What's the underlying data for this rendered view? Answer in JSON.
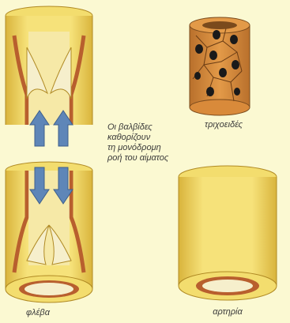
{
  "labels": {
    "vein": "φλέβα",
    "capillary": "τριχοειδές",
    "artery": "αρτηρία",
    "valve_note": [
      "Οι βαλβίδες",
      "καθορίζουν",
      "τη μονόδρομη",
      "ροή του αίματος"
    ]
  },
  "colors": {
    "background": "#fbf9d2",
    "vessel_wall": "#f3dd6e",
    "wall_shade": "#e2c24a",
    "wall_edge": "#b08a24",
    "inner_layer": "#b85f2e",
    "valve_flap": "#f6efcc",
    "flow_arrow": "#5e86b8",
    "capillary_cell": "#d98a3a",
    "nucleus": "#1a1a1a"
  },
  "icons": [
    "flow-arrow-icon"
  ]
}
